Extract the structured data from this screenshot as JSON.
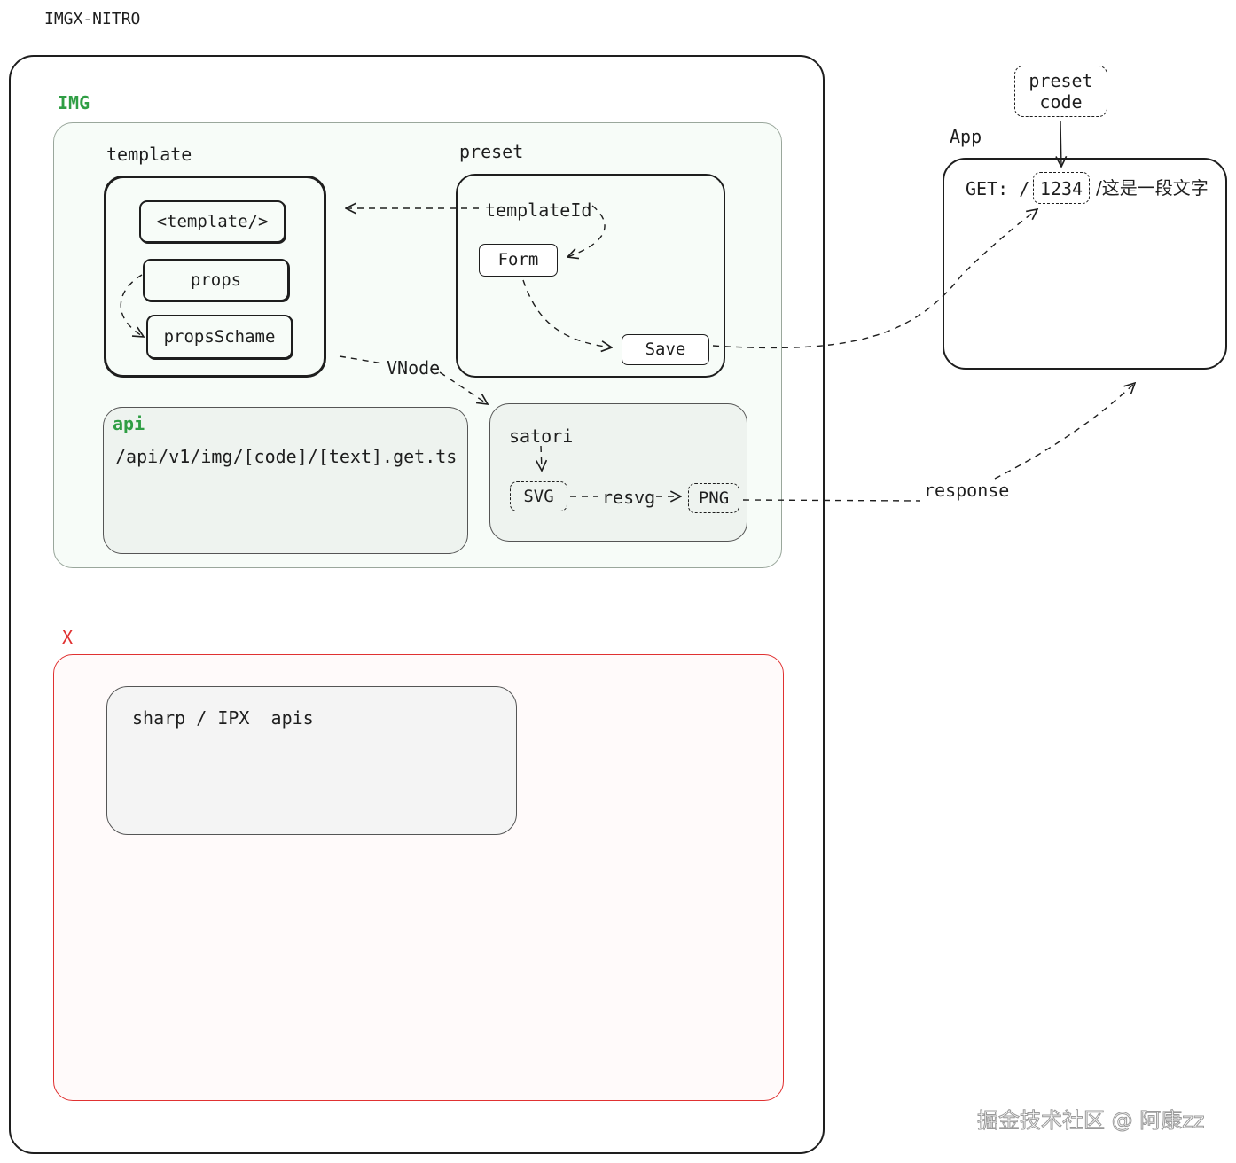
{
  "title": "IMGX-NITRO",
  "img_panel": {
    "label": "IMG",
    "template": {
      "label": "template",
      "items": [
        "<template/>",
        "props",
        "propsSchame"
      ]
    },
    "preset": {
      "label": "preset",
      "templateId": "templateId",
      "form": "Form",
      "save": "Save"
    },
    "vnode_label": "VNode",
    "api": {
      "label": "api",
      "route": "/api/v1/img/[code]/[text].get.ts"
    },
    "satori": {
      "label": "satori",
      "svg": "SVG",
      "resvg": "resvg",
      "png": "PNG"
    }
  },
  "x_panel": {
    "label": "X",
    "sharp": "sharp / IPX  apis"
  },
  "app": {
    "label": "App",
    "preset_code": [
      "preset",
      "code"
    ],
    "request_prefix": "GET: /",
    "code": "1234",
    "request_suffix": "/这是一段文字"
  },
  "response_label": "response",
  "watermark": "掘金技术社区 @ 阿康zz",
  "colors": {
    "ink": "#1e1e1e",
    "img_green": "#2f9e44",
    "x_red": "#e03131",
    "img_bg": "#f7fcf8",
    "x_bg": "#fffafa"
  }
}
